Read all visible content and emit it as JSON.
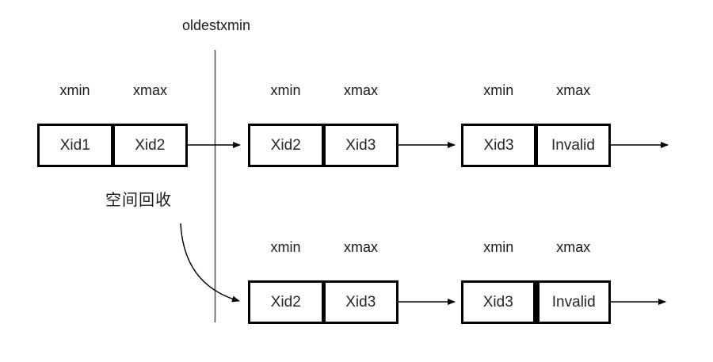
{
  "labels": {
    "oldestxmin": "oldestxmin",
    "space_reclaim": "空间回收"
  },
  "colors": {
    "background": "#ffffff",
    "box_border": "#000000",
    "arrow": "#000000",
    "oldestxmin_line": "#4d4d4d",
    "text": "#1a1a1a"
  },
  "rows": [
    {
      "tuples": [
        {
          "xmin_header": "xmin",
          "xmax_header": "xmax",
          "xmin": "Xid1",
          "xmax": "Xid2"
        },
        {
          "xmin_header": "xmin",
          "xmax_header": "xmax",
          "xmin": "Xid2",
          "xmax": "Xid3"
        },
        {
          "xmin_header": "xmin",
          "xmax_header": "xmax",
          "xmin": "Xid3",
          "xmax": "Invalid"
        }
      ]
    },
    {
      "tuples": [
        {
          "xmin_header": "xmin",
          "xmax_header": "xmax",
          "xmin": "Xid2",
          "xmax": "Xid3"
        },
        {
          "xmin_header": "xmin",
          "xmax_header": "xmax",
          "xmin": "Xid3",
          "xmax": "Invalid"
        }
      ]
    }
  ]
}
